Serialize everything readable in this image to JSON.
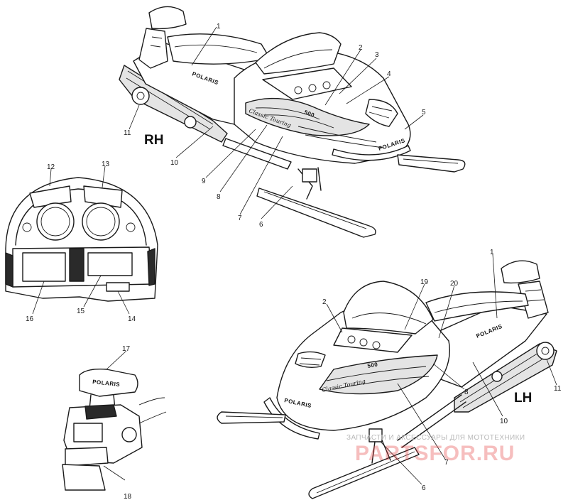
{
  "diagram": {
    "side_labels": {
      "right": "RH",
      "left": "LH"
    },
    "decals": {
      "brand": "POLARIS",
      "model_script": "Classic Touring",
      "model_number": "500"
    },
    "callouts_rh": [
      "1",
      "2",
      "3",
      "4",
      "5",
      "6",
      "7",
      "8",
      "9",
      "10",
      "11"
    ],
    "callouts_dash": [
      "12",
      "13",
      "14",
      "15",
      "16"
    ],
    "callouts_rear": [
      "17",
      "18"
    ],
    "callouts_lh": [
      "1",
      "2",
      "19",
      "20",
      "8",
      "7",
      "6",
      "10",
      "11"
    ]
  },
  "watermark": {
    "caption": "ЗАПЧАСТИ И АКСЕССУАРЫ ДЛЯ МОТОТЕХНИКИ",
    "logo": "PARTSFOR.RU"
  }
}
